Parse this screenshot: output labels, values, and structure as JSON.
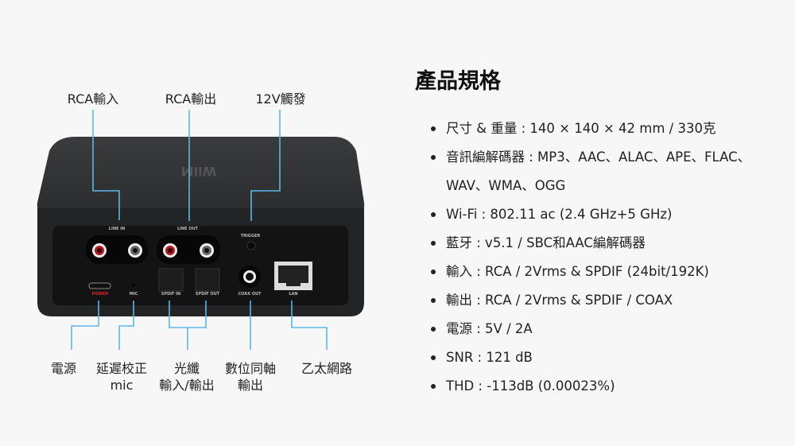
{
  "callouts": {
    "top": [
      "RCA輸入",
      "RCA輸出",
      "12V觸發"
    ],
    "bottom": [
      {
        "line1": "電源",
        "line2": ""
      },
      {
        "line1": "延遲校正",
        "line2": "mic"
      },
      {
        "line1": "光纖",
        "line2": "輸入/輸出"
      },
      {
        "line1": "數位同軸",
        "line2": "輸出"
      },
      {
        "line1": "乙太網路",
        "line2": ""
      }
    ]
  },
  "panel_labels": {
    "line_in": "LINE IN",
    "line_out": "LINE OUT",
    "trigger": "TRIGGER",
    "power": "POWER",
    "mic": "MIC",
    "spdif_in": "SPDIF IN",
    "spdif_out": "SPDIF OUT",
    "coax_out": "COAX OUT",
    "lan": "LAN",
    "logo": "WiiM"
  },
  "specs": {
    "title": "產品規格",
    "items": [
      "尺寸 & 重量 : 140 × 140 × 42 mm / 330克",
      " 音訊編解碼器 : MP3、AAC、ALAC、APE、FLAC、WAV、WMA、OGG",
      "Wi-Fi : 802.11 ac (2.4 GHz+5 GHz)",
      "藍牙 : v5.1 / SBC和AAC編解碼器",
      "輸入 : RCA / 2Vrms & SPDIF (24bit/192K)",
      "輸出 : RCA / 2Vrms & SPDIF / COAX",
      "電源 : 5V / 2A",
      "SNR : 121 dB",
      "THD : -113dB (0.00023%)"
    ]
  },
  "colors": {
    "callout_line": "#5bb8e6",
    "background": "#f7f7f7"
  }
}
